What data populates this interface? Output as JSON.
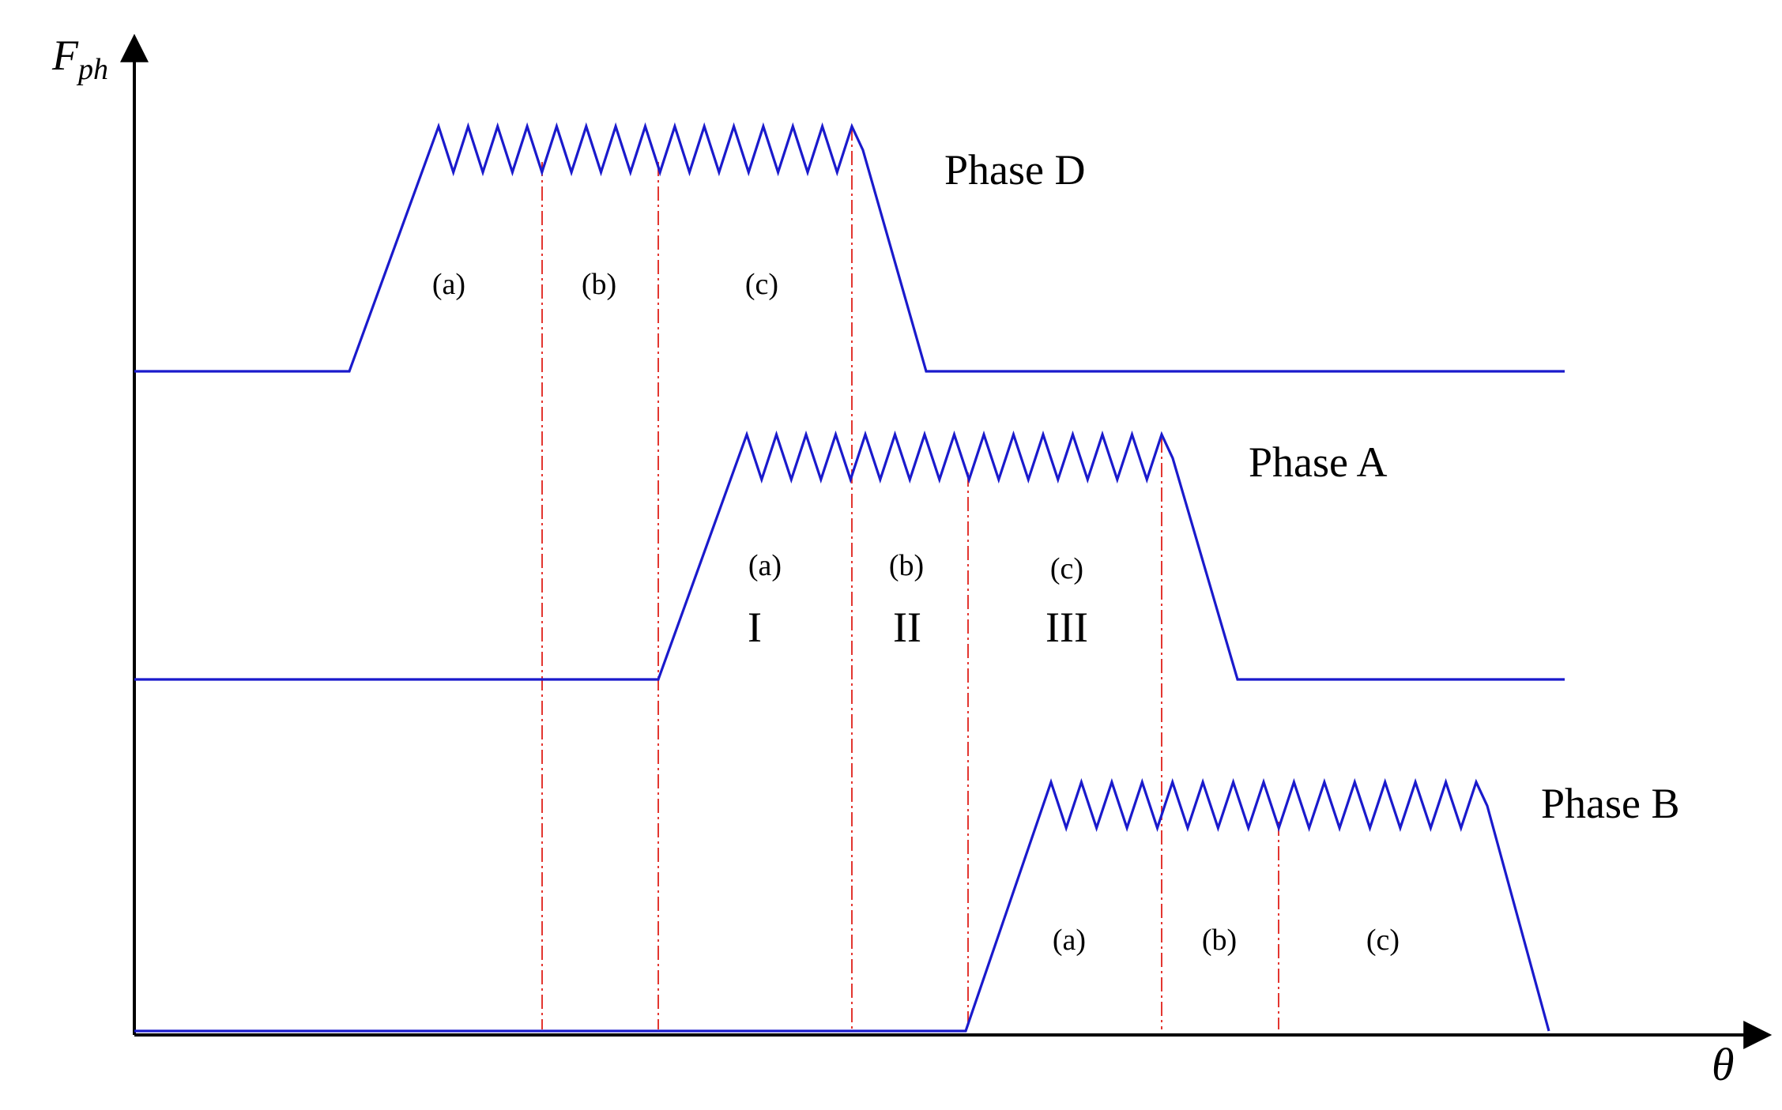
{
  "axes": {
    "y_label_main": "F",
    "y_label_sub": "ph",
    "x_label": "θ"
  },
  "colors": {
    "waveform": "#1a1acc",
    "divider": "#e0201a",
    "axis": "#000000"
  },
  "phases": [
    {
      "id": "D",
      "name": "Phase D",
      "intervals": [
        "(a)",
        "(b)",
        "(c)"
      ],
      "roman": []
    },
    {
      "id": "A",
      "name": "Phase A",
      "intervals": [
        "(a)",
        "(b)",
        "(c)"
      ],
      "roman": [
        "I",
        "II",
        "III"
      ]
    },
    {
      "id": "B",
      "name": "Phase B",
      "intervals": [
        "(a)",
        "(b)",
        "(c)"
      ],
      "roman": []
    }
  ]
}
